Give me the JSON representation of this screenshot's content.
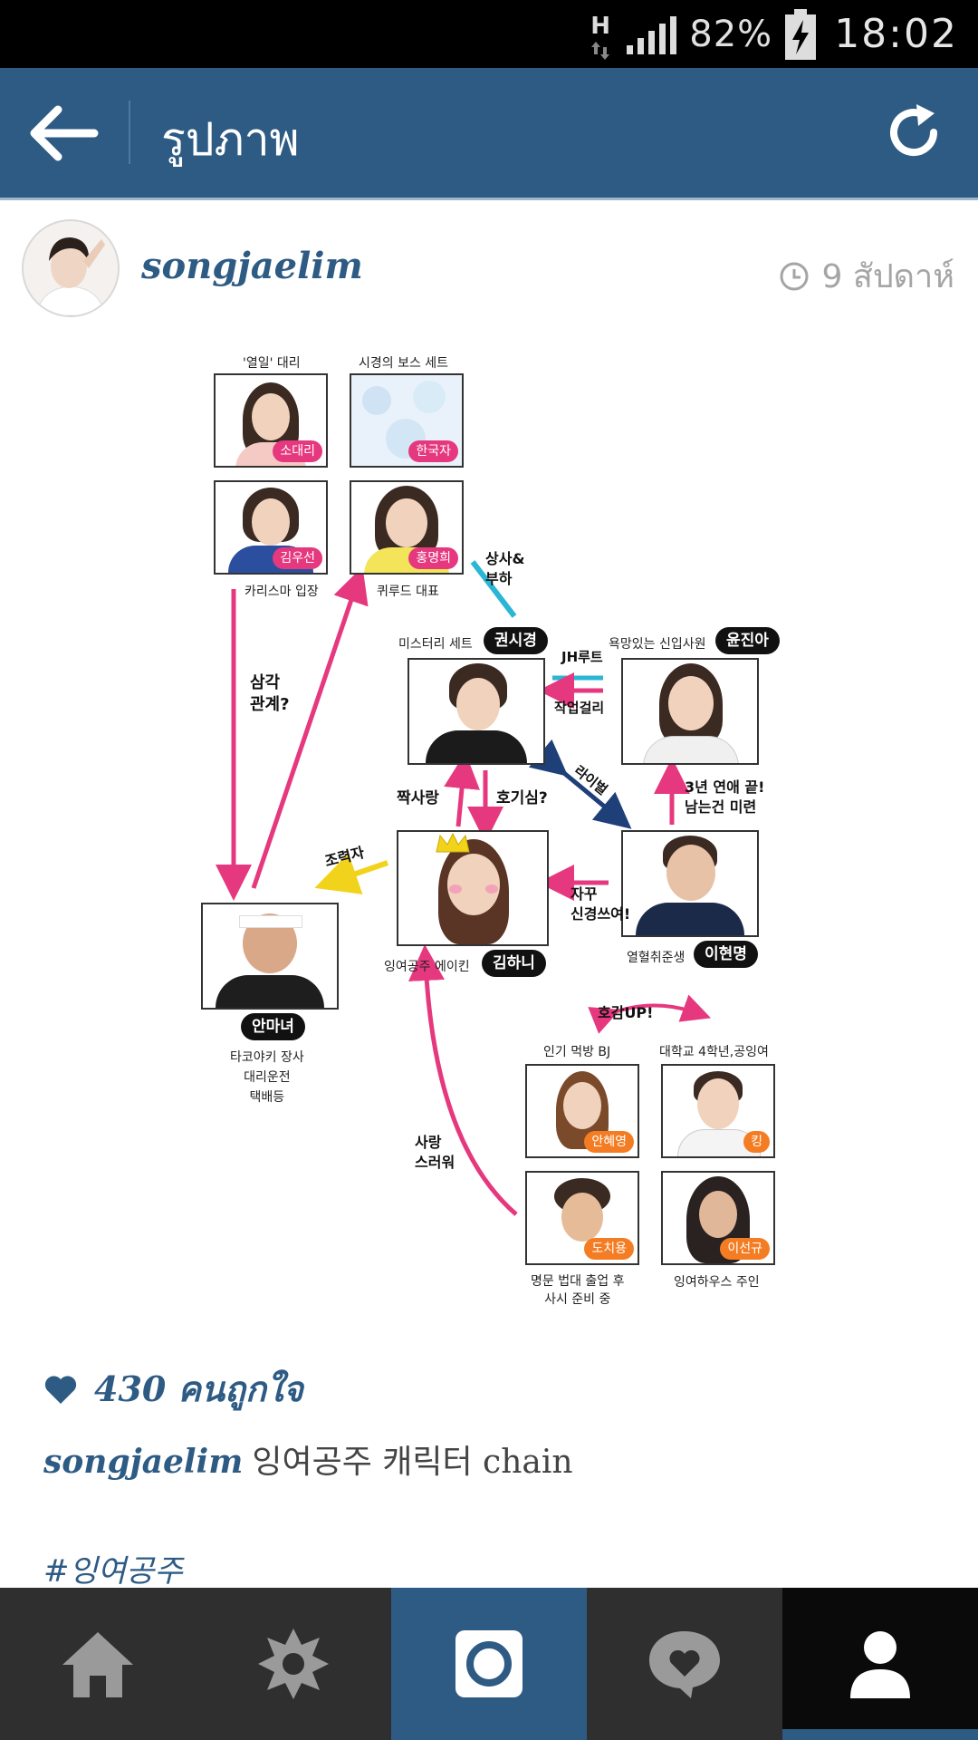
{
  "status_bar": {
    "network_type": "H",
    "battery_percent": "82%",
    "time": "18:02"
  },
  "action_bar": {
    "title": "รูปภาพ",
    "back_icon": "arrow-left-icon",
    "refresh_icon": "refresh-icon"
  },
  "post": {
    "username": "songjaelim",
    "time_ago": "9 สัปดาห์",
    "likes_text": "430 คนถูกใจ",
    "caption_user": "songjaelim",
    "caption_text": "잉여공주 캐릭터 chain",
    "hashtag": "#잉여공주"
  },
  "image": {
    "captions": {
      "c1": "'열일' 대리",
      "c2": "시경의 보스 세트",
      "c3": "카리스마 입장",
      "c4": "퀴루드 대표",
      "c5": "미스터리 세트",
      "c6": "욕망있는 신입사원",
      "c7": "잉여공주 에이킨",
      "c8": "열혈취준생",
      "c9": "타코야키 장사\n대리운전\n택배등",
      "c10": "인기 먹방 BJ",
      "c11": "대학교 4학년,공잉여",
      "c12": "명문 법대 출업 후\n사시 준비 중",
      "c13": "잉여하우스 주인"
    },
    "pink_tags": {
      "t1": "소대리",
      "t2": "한국자",
      "t3": "김우선",
      "t4": "홍명희"
    },
    "orange_tags": {
      "t5": "안혜영",
      "t6": "킹",
      "t7": "도치용",
      "t8": "이선규"
    },
    "black_tags": {
      "b1": "권시경",
      "b2": "윤진아",
      "b3": "김하니",
      "b4": "이현명",
      "b5": "안마녀"
    },
    "hand_notes": {
      "h1": "삼각\n관계?",
      "h2": "상사&\n부하",
      "h3": "JH루트",
      "h4": "작업걸리",
      "h5": "라이벌",
      "h6": "3년 연애 끝!\n남는건 미련",
      "h7": "짝사랑",
      "h8": "호기심?",
      "h9": "조력자",
      "h10": "자꾸\n신경쓰여!",
      "h11": "호감UP!",
      "h12": "사랑\n스러워"
    }
  },
  "colors": {
    "brand": "#2e5b84",
    "nav_bg": "#2f2f2f",
    "pink": "#e6387e",
    "orange": "#f47d24",
    "cyan": "#2bb6d6",
    "navy": "#1f3f79",
    "yellow": "#f2d31b"
  },
  "nav": {
    "items": [
      {
        "icon": "home-icon"
      },
      {
        "icon": "explore-icon"
      },
      {
        "icon": "camera-icon"
      },
      {
        "icon": "activity-heart-icon"
      },
      {
        "icon": "profile-icon"
      }
    ]
  }
}
